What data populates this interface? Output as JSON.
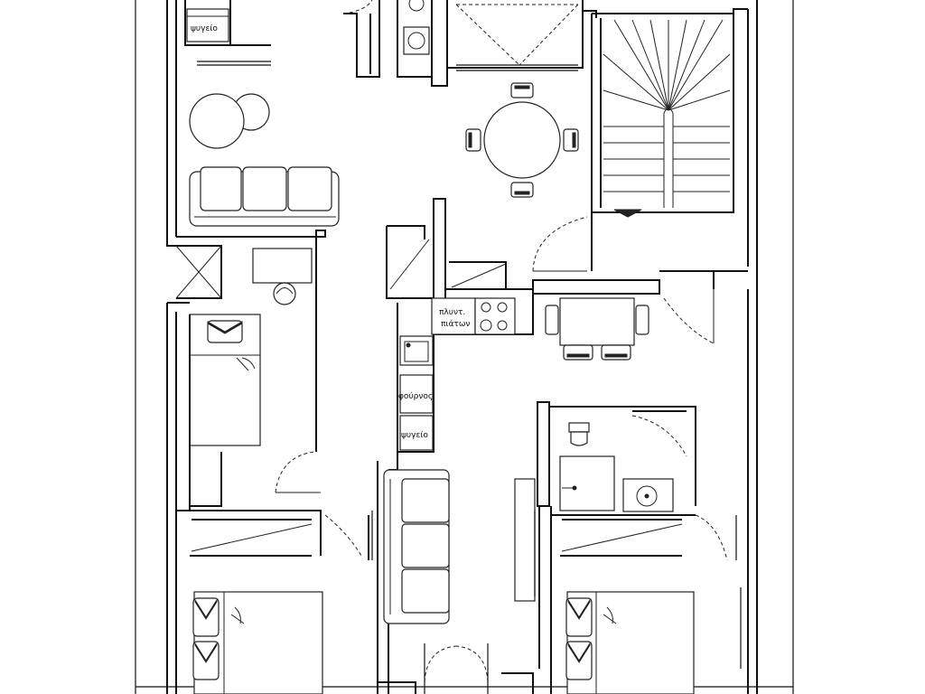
{
  "labels": {
    "fridge_top": "ψυγείο",
    "dishwasher_line1": "πλυντ.",
    "dishwasher_line2": "πιάτων",
    "oven": "φούρνος",
    "fridge_kitchen": "ψυγείο"
  }
}
